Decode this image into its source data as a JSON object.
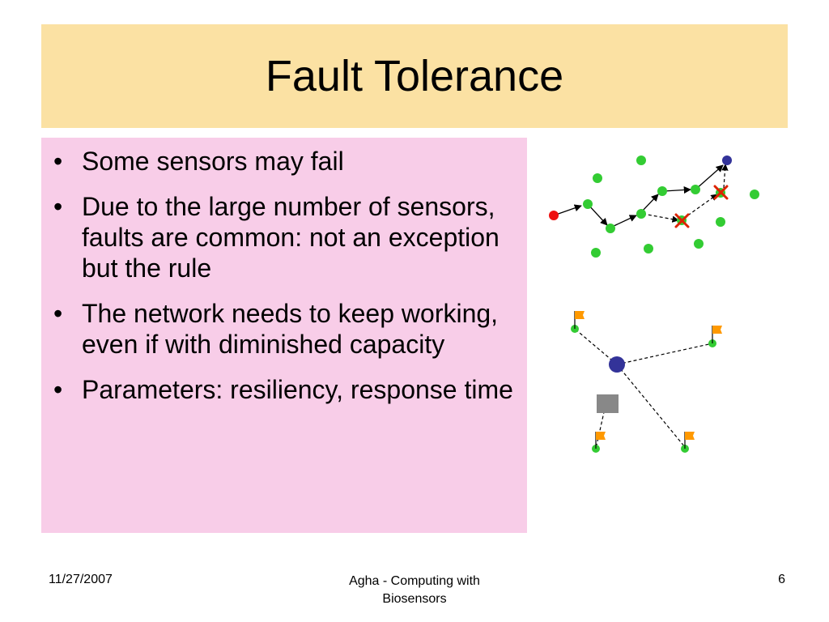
{
  "slide": {
    "title": "Fault Tolerance",
    "bullets": [
      "Some sensors may fail",
      "Due to the large number of sensors, faults are common: not an exception but the rule",
      "The network needs to keep working, even if with diminished capacity",
      "Parameters: resiliency, response time"
    ]
  },
  "footer": {
    "date": "11/27/2007",
    "center_line1": "Agha - Computing with",
    "center_line2": "Biosensors",
    "page": "6"
  },
  "colors": {
    "title_bg": "#fbe1a3",
    "content_bg": "#f8cde8",
    "sensor_ok": "#33cc33",
    "sensor_source": "#ee1111",
    "sensor_sink": "#333399",
    "failure_mark": "#dd2200",
    "flag": "#ff9900",
    "failed_node": "#888888"
  }
}
